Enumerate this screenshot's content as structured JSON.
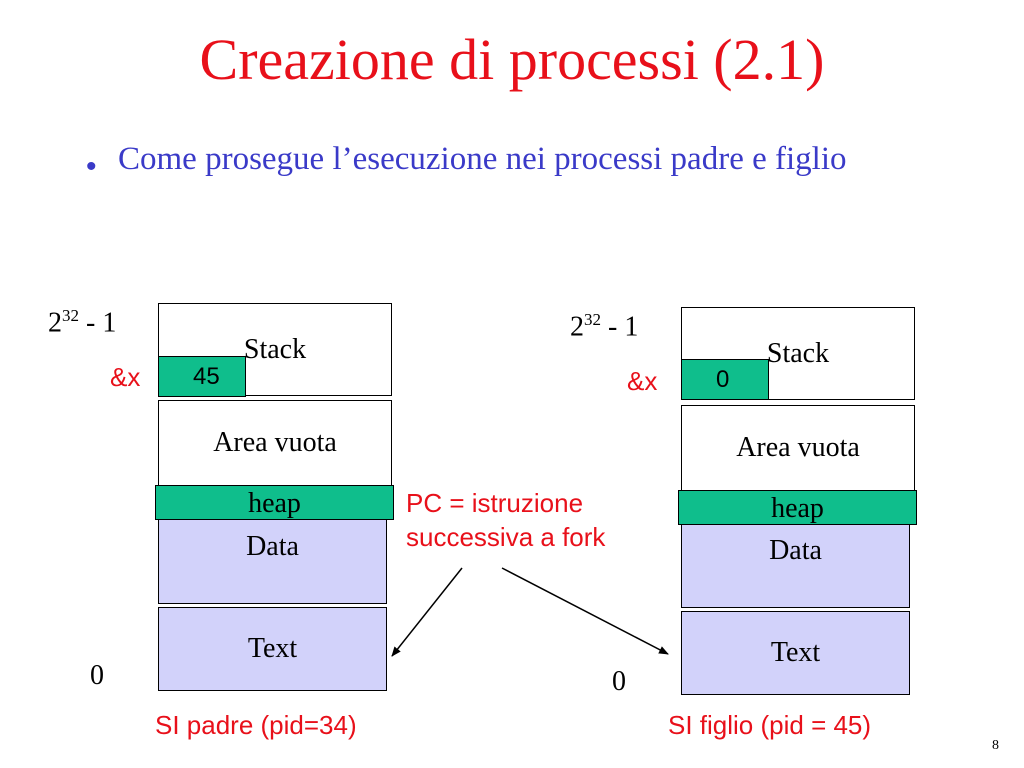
{
  "slide": {
    "title": "Creazione di processi (2.1)",
    "bullet": "Come prosegue l’esecuzione nei processi padre e figlio",
    "slide_number": "8"
  },
  "pc_note": {
    "line1": "PC = istruzione",
    "line2": "successiva a fork"
  },
  "left_process": {
    "top_address_base": "2",
    "top_address_exp": "32",
    "top_address_suffix": " - 1",
    "bottom_address": "0",
    "var_label": "&x",
    "var_value": "45",
    "segments": {
      "stack": "Stack",
      "empty": "Area vuota",
      "heap": "heap",
      "data": "Data",
      "text": "Text"
    },
    "caption": "SI padre (pid=34)"
  },
  "right_process": {
    "top_address_base": "2",
    "top_address_exp": "32",
    "top_address_suffix": " - 1",
    "bottom_address": "0",
    "var_label": "&x",
    "var_value": "0",
    "segments": {
      "stack": "Stack",
      "empty": "Area vuota",
      "heap": "heap",
      "data": "Data",
      "text": "Text"
    },
    "caption": "SI figlio (pid = 45)"
  },
  "colors": {
    "title": "#e8101a",
    "bullet": "#3a3ac8",
    "highlight": "#0fbe8c",
    "segment_fill": "#d2d2fa",
    "annotation": "#e8101a"
  }
}
